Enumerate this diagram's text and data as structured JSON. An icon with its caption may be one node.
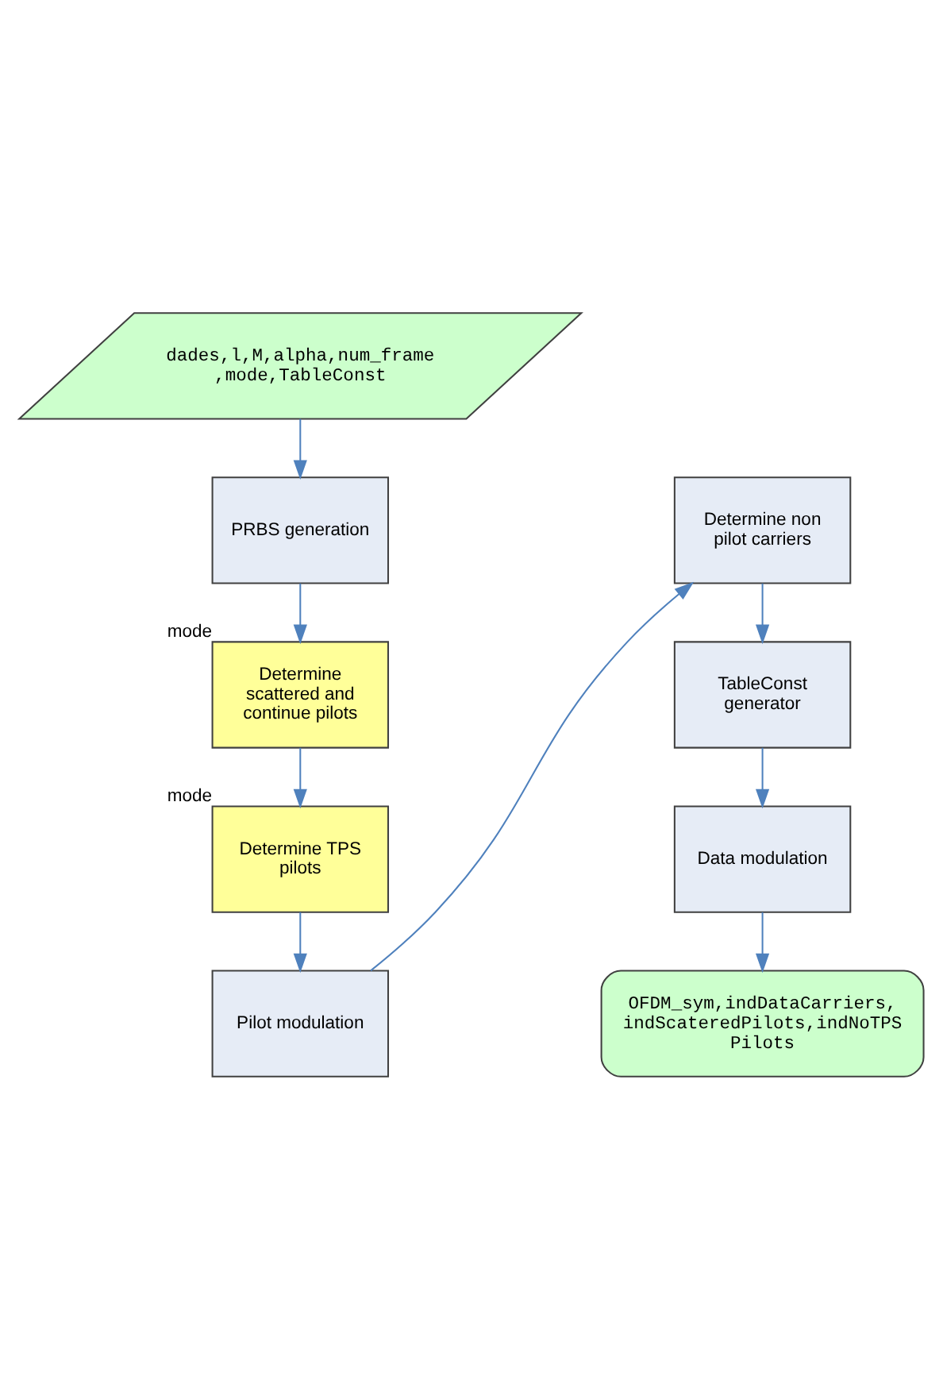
{
  "diagram": {
    "nodes": [
      {
        "text": [
          "dades,l,M,alpha,num_frame ,mode,TableConst"
        ]
      },
      {
        "text": [
          "PRBS generation"
        ]
      },
      {
        "text": [
          "Determine scattered and continue pilots"
        ],
        "beside": [
          "mode"
        ]
      },
      {
        "text": [
          "Determine TPS pilots"
        ],
        "beside": [
          "mode"
        ]
      },
      {
        "text": [
          "Pilot modulation"
        ]
      },
      {
        "text": [
          "Determine non pilot carriers"
        ]
      },
      {
        "text": [
          "TableConst generator"
        ]
      },
      {
        "text": [
          "Data modulation"
        ]
      },
      {
        "text": [
          "OFDM_sym,indDataCarriers, indScateredPilots,indNoTPS Pilots"
        ]
      }
    ],
    "edges": [
      {
        "from": 0,
        "to": 1,
        "arrow": "to"
      },
      {
        "from": 1,
        "to": 2,
        "arrow": "to"
      },
      {
        "from": 2,
        "to": 3,
        "arrow": "to"
      },
      {
        "from": 3,
        "to": 4,
        "arrow": "to"
      },
      {
        "from": 4,
        "to": 5,
        "arrow": "to"
      },
      {
        "from": 5,
        "to": 6,
        "arrow": "to"
      },
      {
        "from": 6,
        "to": 7,
        "arrow": "to"
      },
      {
        "from": 7,
        "to": 8,
        "arrow": "to"
      }
    ]
  }
}
